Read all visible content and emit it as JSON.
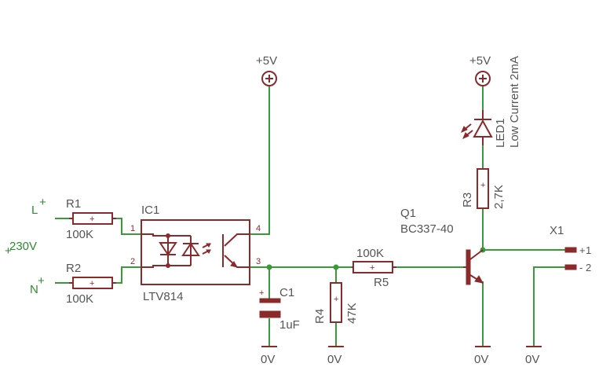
{
  "net_labels": {
    "L": "L",
    "N": "N",
    "voltage": "230V",
    "plus": "+"
  },
  "supplies": {
    "vcc1": "+5V",
    "vcc2": "+5V",
    "gnd_c1": "0V",
    "gnd_r4": "0V",
    "gnd_q1": "0V",
    "gnd_x1": "0V"
  },
  "components": {
    "r1": {
      "name": "R1",
      "value": "100K"
    },
    "r2": {
      "name": "R2",
      "value": "100K"
    },
    "ic1": {
      "name": "IC1",
      "value": "LTV814",
      "pins": [
        "1",
        "2",
        "3",
        "4"
      ]
    },
    "c1": {
      "name": "C1",
      "value": "1uF"
    },
    "r4": {
      "name": "R4",
      "value": "47K"
    },
    "r5": {
      "name": "R5",
      "value": "100K"
    },
    "q1": {
      "name": "Q1",
      "value": "BC337-40"
    },
    "r3": {
      "name": "R3",
      "value": "2,7K"
    },
    "led1": {
      "name": "LED1",
      "value": "Low Current 2mA"
    },
    "x1": {
      "name": "X1",
      "pins": [
        "1",
        "2"
      ]
    }
  },
  "colors": {
    "wire": "#3a9a3a",
    "part": "#8b2a2a",
    "label": "#555555",
    "net": "#2e8b2e"
  }
}
